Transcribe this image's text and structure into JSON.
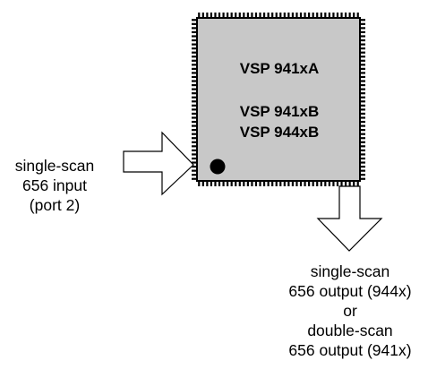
{
  "chip": {
    "line1": "VSP 941xA",
    "line2": "VSP 941xB",
    "line3": "VSP 944xB",
    "body_color": "#c8c8c8",
    "pin_color": "#000000"
  },
  "input_label": {
    "line1": "single-scan",
    "line2": "656 input",
    "line3": "(port 2)"
  },
  "output_label": {
    "line1": "single-scan",
    "line2": "656 output (944x)",
    "line3": "or",
    "line4": "double-scan",
    "line5": "656 output (941x)"
  }
}
